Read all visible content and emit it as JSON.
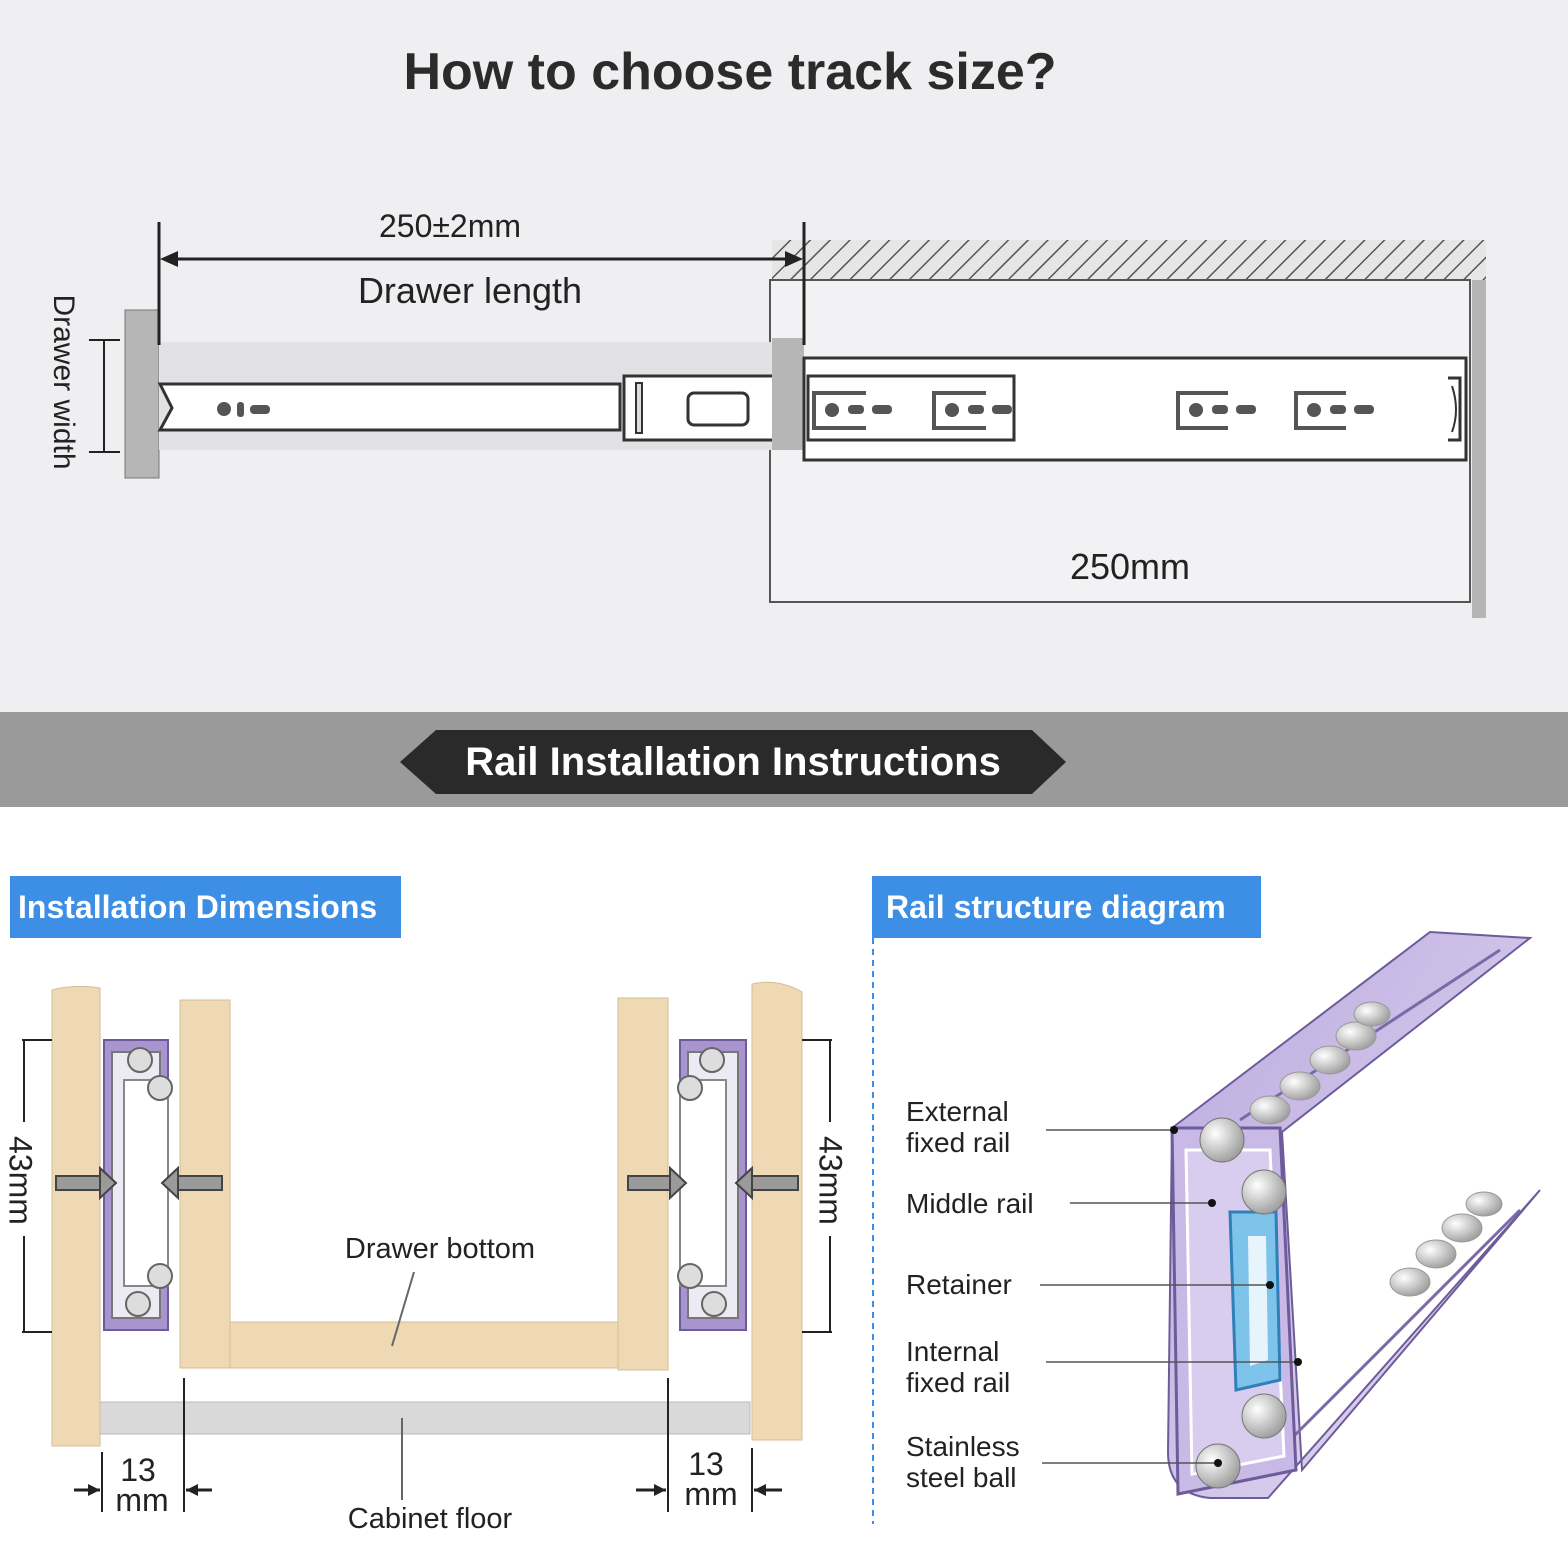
{
  "title": "How to choose track size?",
  "top_diagram": {
    "drawer_width_label": "Drawer width",
    "tolerance_label": "250±2mm",
    "drawer_length_label": "Drawer length",
    "rail_length_label": "250mm"
  },
  "banner": {
    "label": "Rail Installation Instructions"
  },
  "installation_dimensions": {
    "heading": "Installation Dimensions",
    "left_height_label": "43mm",
    "right_height_label": "43mm",
    "drawer_bottom_label": "Drawer bottom",
    "cabinet_floor_label": "Cabinet floor",
    "left_gap_value": "13",
    "left_gap_unit": "mm",
    "right_gap_value": "13",
    "right_gap_unit": "mm"
  },
  "rail_structure": {
    "heading": "Rail structure diagram",
    "parts": [
      {
        "line1": "External",
        "line2": "fixed rail"
      },
      {
        "line1": "Middle rail",
        "line2": ""
      },
      {
        "line1": "Retainer",
        "line2": ""
      },
      {
        "line1": "Internal",
        "line2": "fixed rail"
      },
      {
        "line1": "Stainless",
        "line2": "steel ball"
      }
    ]
  },
  "colors": {
    "top_background": "#efeff2",
    "band_gray": "#9a9a9a",
    "banner_dark": "#2a2a2a",
    "tag_blue": "#3d8fe5",
    "wood": "#eed9b4",
    "rail_purple": "#a895cf"
  }
}
